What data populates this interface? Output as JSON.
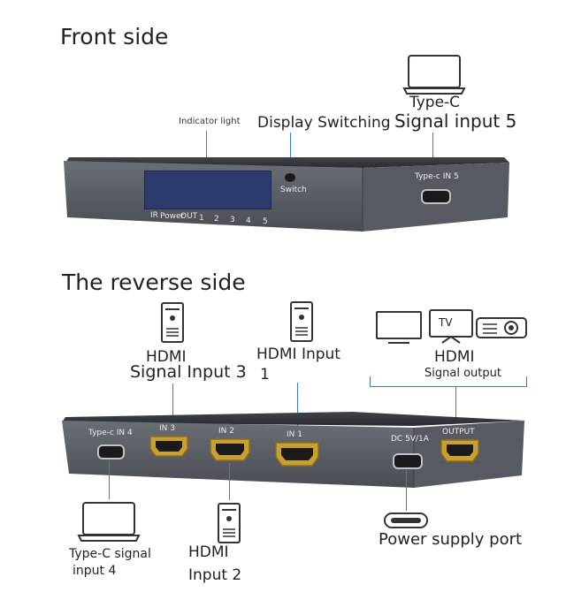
{
  "front": {
    "heading": "Front side",
    "indicator_label": "Indicator light",
    "switching_label": "Display Switching",
    "switch_small": "Switch",
    "typec_title": "Type-C",
    "typec_subtitle": "Signal input 5",
    "typec_port_label": "Type-c IN 5",
    "led_labels": [
      "IR",
      "Power",
      "OUT",
      "1",
      "2",
      "3",
      "4",
      "5"
    ]
  },
  "reverse": {
    "heading": "The reverse side",
    "hdmi3_title": "HDMI",
    "hdmi3_subtitle": "Signal Input 3",
    "hdmi1_title": "HDMI Input",
    "hdmi1_number": "1",
    "tv_text": "TV",
    "output_title": "HDMI",
    "output_subtitle": "Signal output",
    "port_typec4": "Type-c IN 4",
    "port_in3": "IN 3",
    "port_in2": "IN 2",
    "port_in1": "IN 1",
    "port_dc": "DC 5V/1A",
    "port_output": "OUTPUT",
    "typec4_label_line1": "Type-C signal",
    "typec4_label_line2": "input 4",
    "hdmi2_title": "HDMI",
    "hdmi2_subtitle": "Input 2",
    "power_label": "Power supply port"
  },
  "colors": {
    "leader_line": "#3a7bd5",
    "device_body": "#5b5f66",
    "lcd_panel": "#2d3a6e"
  },
  "icons": [
    "laptop-icon",
    "pc-tower-icon",
    "monitor-icon",
    "tv-icon",
    "projector-icon",
    "usb-c-icon",
    "hdmi-port-icon"
  ]
}
